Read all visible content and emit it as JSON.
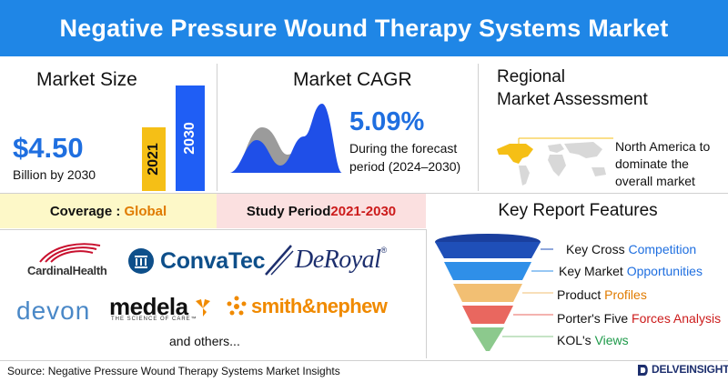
{
  "header": {
    "title": "Negative Pressure Wound Therapy Systems Market"
  },
  "market_size": {
    "title": "Market Size",
    "value": "$4.50",
    "subtitle": "Billion by 2030",
    "bars": [
      {
        "label": "2021",
        "color": "#f5bf16"
      },
      {
        "label": "2030",
        "color": "#1f5ef5"
      }
    ]
  },
  "cagr": {
    "title": "Market CAGR",
    "value": "5.09%",
    "line1": "During the forecast",
    "line2": "period (2024–2030)"
  },
  "regional": {
    "title_line1": "Regional",
    "title_line2": "Market Assessment",
    "text_line1": "North America to",
    "text_line2": "dominate the",
    "text_line3": "overall market"
  },
  "coverage": {
    "label": "Coverage : ",
    "value": "Global"
  },
  "study": {
    "label": "Study Period ",
    "value": "2021-2030"
  },
  "key_features": {
    "title": "Key Report Features",
    "items": [
      {
        "pre": "Key Cross ",
        "hl": "Competition",
        "color": "#1f4fb8"
      },
      {
        "pre": "Key Market ",
        "hl": "Opportunities",
        "color": "#2f8fe8"
      },
      {
        "pre": "Product ",
        "hl": "Profiles",
        "color": "#f2bf73"
      },
      {
        "pre": "Porter's Five ",
        "hl": "Forces Analysis",
        "color": "#e9675f"
      },
      {
        "pre": "KOL's ",
        "hl": "Views",
        "color": "#8cc98d"
      }
    ]
  },
  "companies": {
    "cardinal": "CardinalHealth",
    "convatec": "ConvaTec",
    "deroyal": "DeRoyal",
    "devon": "devon",
    "medela": "medela",
    "medela_tag": "THE SCIENCE OF CARE™",
    "smith_nephew": "smith&nephew",
    "others": "and others..."
  },
  "footer": {
    "source": "Source: Negative Pressure Wound Therapy Systems Market Insights",
    "brand": "DELVEINSIGHT"
  }
}
